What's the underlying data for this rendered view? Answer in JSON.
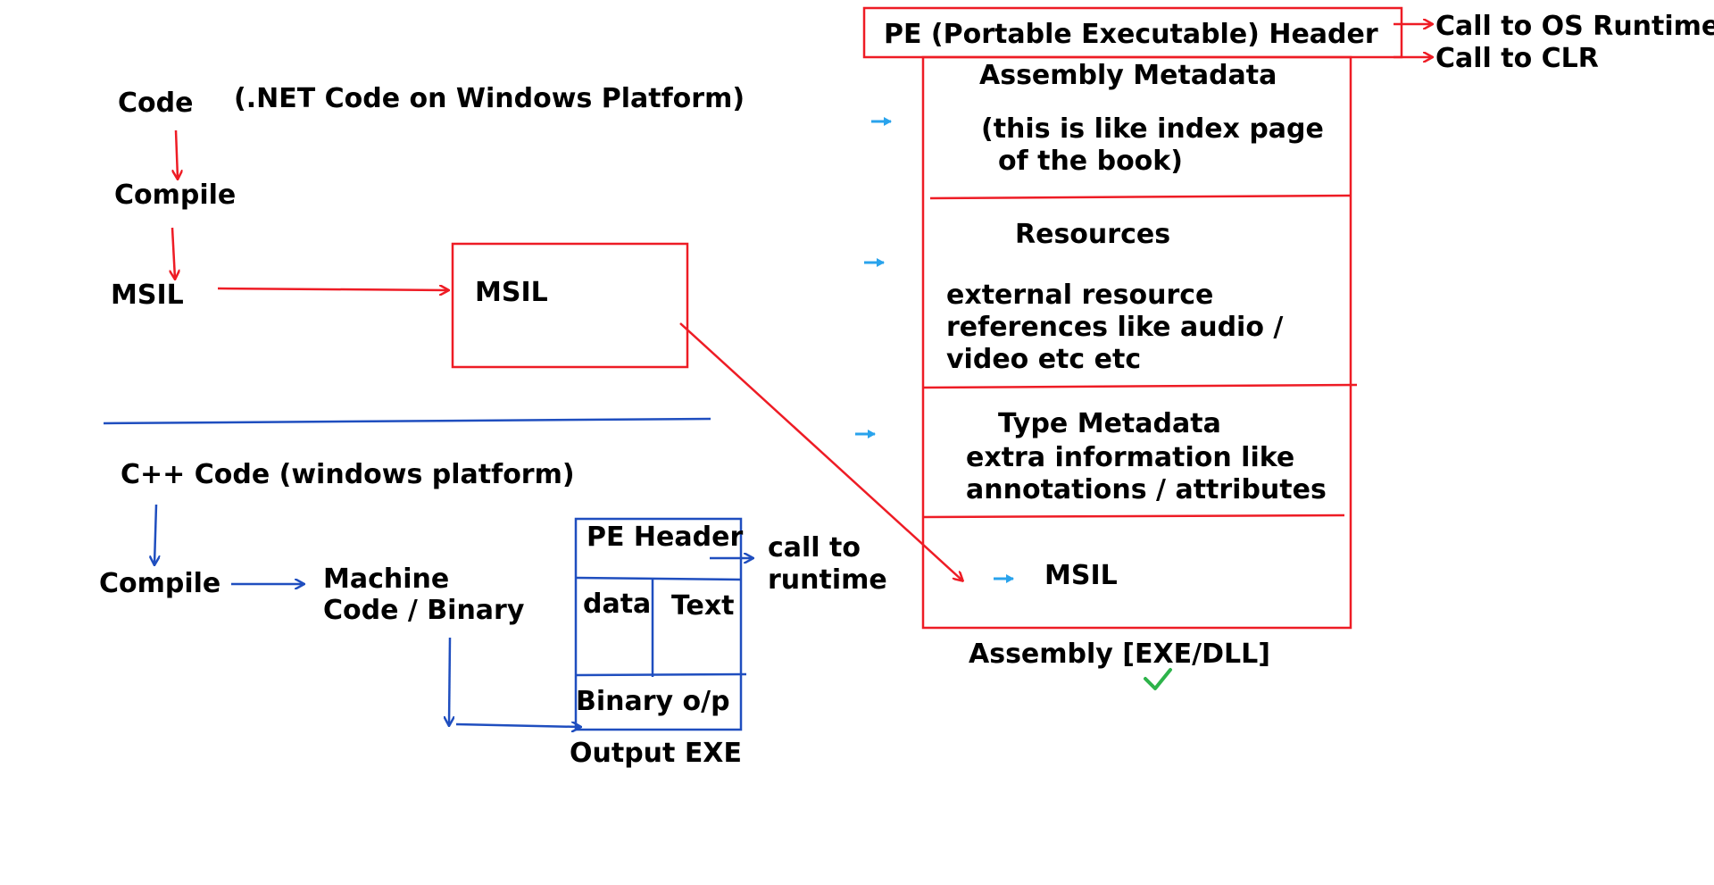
{
  "net_flow": {
    "code_label": "Code",
    "context_label": "(.NET Code on Windows Platform)",
    "compile_label": "Compile",
    "msil_label": "MSIL",
    "msil_box_label": "MSIL"
  },
  "cpp_flow": {
    "code_label": "C++ Code (windows platform)",
    "compile_label": "Compile",
    "machine_code_line1": "Machine",
    "machine_code_line2": "Code / Binary",
    "exe": {
      "pe_header": "PE Header",
      "data": "data",
      "text": "Text",
      "binary": "Binary o/p",
      "caption": "Output EXE"
    },
    "runtime_call_line1": "call to",
    "runtime_call_line2": "runtime"
  },
  "assembly": {
    "pe_header": "PE (Portable Executable) Header",
    "call_os_runtime": "Call to OS Runtime",
    "call_clr": "Call to CLR",
    "metadata_title": "Assembly Metadata",
    "metadata_desc_line1": "(this is like index page",
    "metadata_desc_line2": "of the book)",
    "resources_title": "Resources",
    "resources_line1": "external resource",
    "resources_line2": "references like audio /",
    "resources_line3": "video etc etc",
    "type_metadata_title": "Type Metadata",
    "type_metadata_line1": "extra information like",
    "type_metadata_line2": "annotations / attributes",
    "msil_label": "MSIL",
    "caption": "Assembly [EXE/DLL]"
  },
  "colors": {
    "red": "#ee1c25",
    "blue": "#1f4ebf",
    "cyan_arrow": "#29a3ec",
    "check": "#2db34a"
  }
}
